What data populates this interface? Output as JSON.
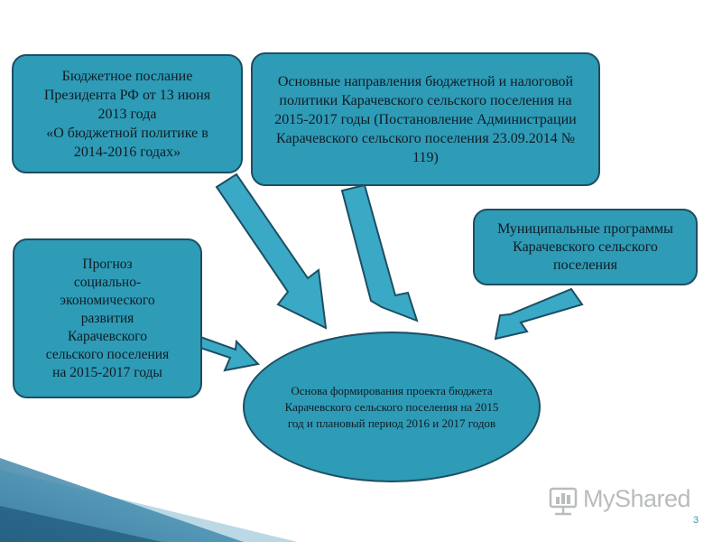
{
  "diagram": {
    "nodes": {
      "budget_message": [
        "Бюджетное послание",
        "Президента РФ от 13 июня",
        "2013 года",
        "«О бюджетной политике в",
        "2014-2016 годах»"
      ],
      "main_directions": [
        "Основные направления бюджетной и налоговой",
        "политики Карачевского сельского поселения на",
        "2015-2017 годы (Постановление Администрации",
        "Карачевского сельского поселения 23.09.2014 №",
        "119)"
      ],
      "municipal_programs": [
        "Муниципальные программы",
        "Карачевского сельского",
        "поселения"
      ],
      "forecast": [
        "Прогноз",
        "социально-",
        "экономического",
        "развития",
        "Карачевского",
        "сельского поселения",
        "на 2015-2017 годы"
      ],
      "center": [
        "Основа формирования",
        "проекта бюджета",
        "Карачевского сельского",
        "поселения на 2015 год и плановый",
        "период 2016 и 2017 годов"
      ]
    },
    "edges": [
      {
        "from": "budget_message",
        "to": "center"
      },
      {
        "from": "main_directions",
        "to": "center"
      },
      {
        "from": "municipal_programs",
        "to": "center"
      },
      {
        "from": "forecast",
        "to": "center"
      }
    ]
  },
  "watermark": {
    "text": "MyShared"
  },
  "page_number": "3",
  "colors": {
    "box_fill": "#2e9bb7",
    "box_border": "#1d4e63",
    "arrow_fill": "#3aa9c6",
    "arrow_border": "#1d4e63",
    "accent_stripe": "#2e7fa3"
  }
}
